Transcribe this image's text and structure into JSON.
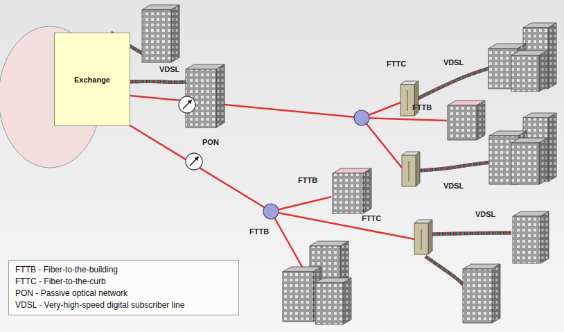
{
  "diagram": {
    "nodes": [
      {
        "text": [
          "Exchange"
        ]
      }
    ],
    "labels": [
      "VDSL",
      "PON",
      "FTTC",
      "VDSL",
      "FTTB",
      "VDSL",
      "FTTB",
      "FTTB",
      "FTTC",
      "VDSL"
    ],
    "legend": [
      {
        "text": "FTTB - Fiber-to-the-building"
      },
      {
        "text": "FTTC - Fiber-to-the-curb"
      },
      {
        "text": "PON - Passive optical network"
      },
      {
        "text": "VDSL - Very-high-speed digital subscriber line"
      }
    ]
  }
}
